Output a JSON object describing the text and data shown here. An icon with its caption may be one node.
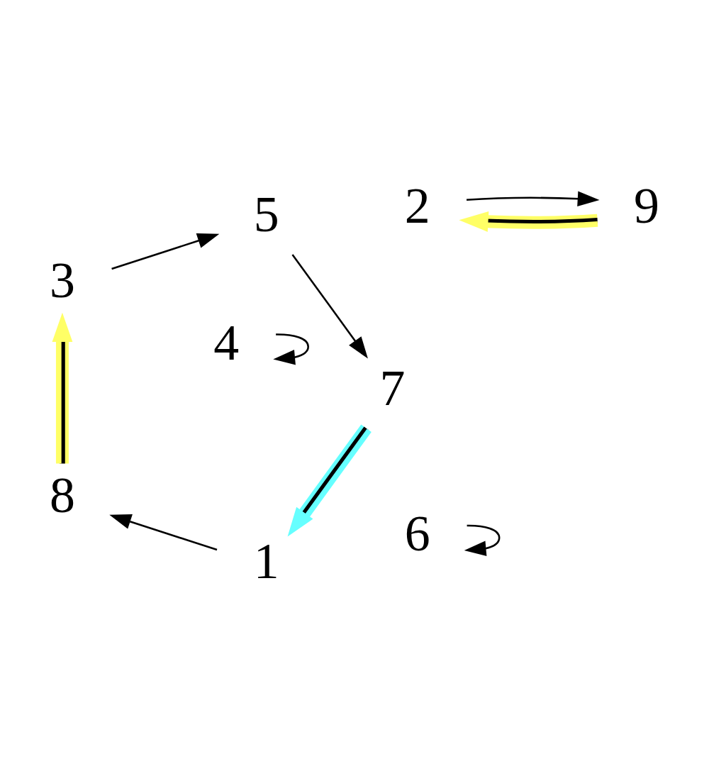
{
  "diagram": {
    "nodes": [
      {
        "text": [
          "1"
        ]
      },
      {
        "text": [
          "2"
        ]
      },
      {
        "text": [
          "3"
        ]
      },
      {
        "text": [
          "4"
        ]
      },
      {
        "text": [
          "5"
        ]
      },
      {
        "text": [
          "6"
        ]
      },
      {
        "text": [
          "7"
        ]
      },
      {
        "text": [
          "8"
        ]
      },
      {
        "text": [
          "9"
        ]
      }
    ],
    "edges": [
      {
        "from": 0,
        "to": 7,
        "arrow": "to"
      },
      {
        "from": 6,
        "to": 0,
        "arrow": "to",
        "style": "thick",
        "color": "#66ffff"
      },
      {
        "from": 8,
        "to": 1,
        "arrow": "to",
        "style": "thick",
        "color": "#ffff66"
      },
      {
        "from": 1,
        "to": 8,
        "arrow": "to"
      },
      {
        "from": 7,
        "to": 2,
        "arrow": "to",
        "style": "thick",
        "color": "#ffff66"
      },
      {
        "from": 2,
        "to": 4,
        "arrow": "to"
      },
      {
        "from": 4,
        "to": 6,
        "arrow": "to"
      },
      {
        "from": 3,
        "to": 3,
        "arrow": "to"
      },
      {
        "from": 5,
        "to": 5,
        "arrow": "to"
      }
    ]
  }
}
